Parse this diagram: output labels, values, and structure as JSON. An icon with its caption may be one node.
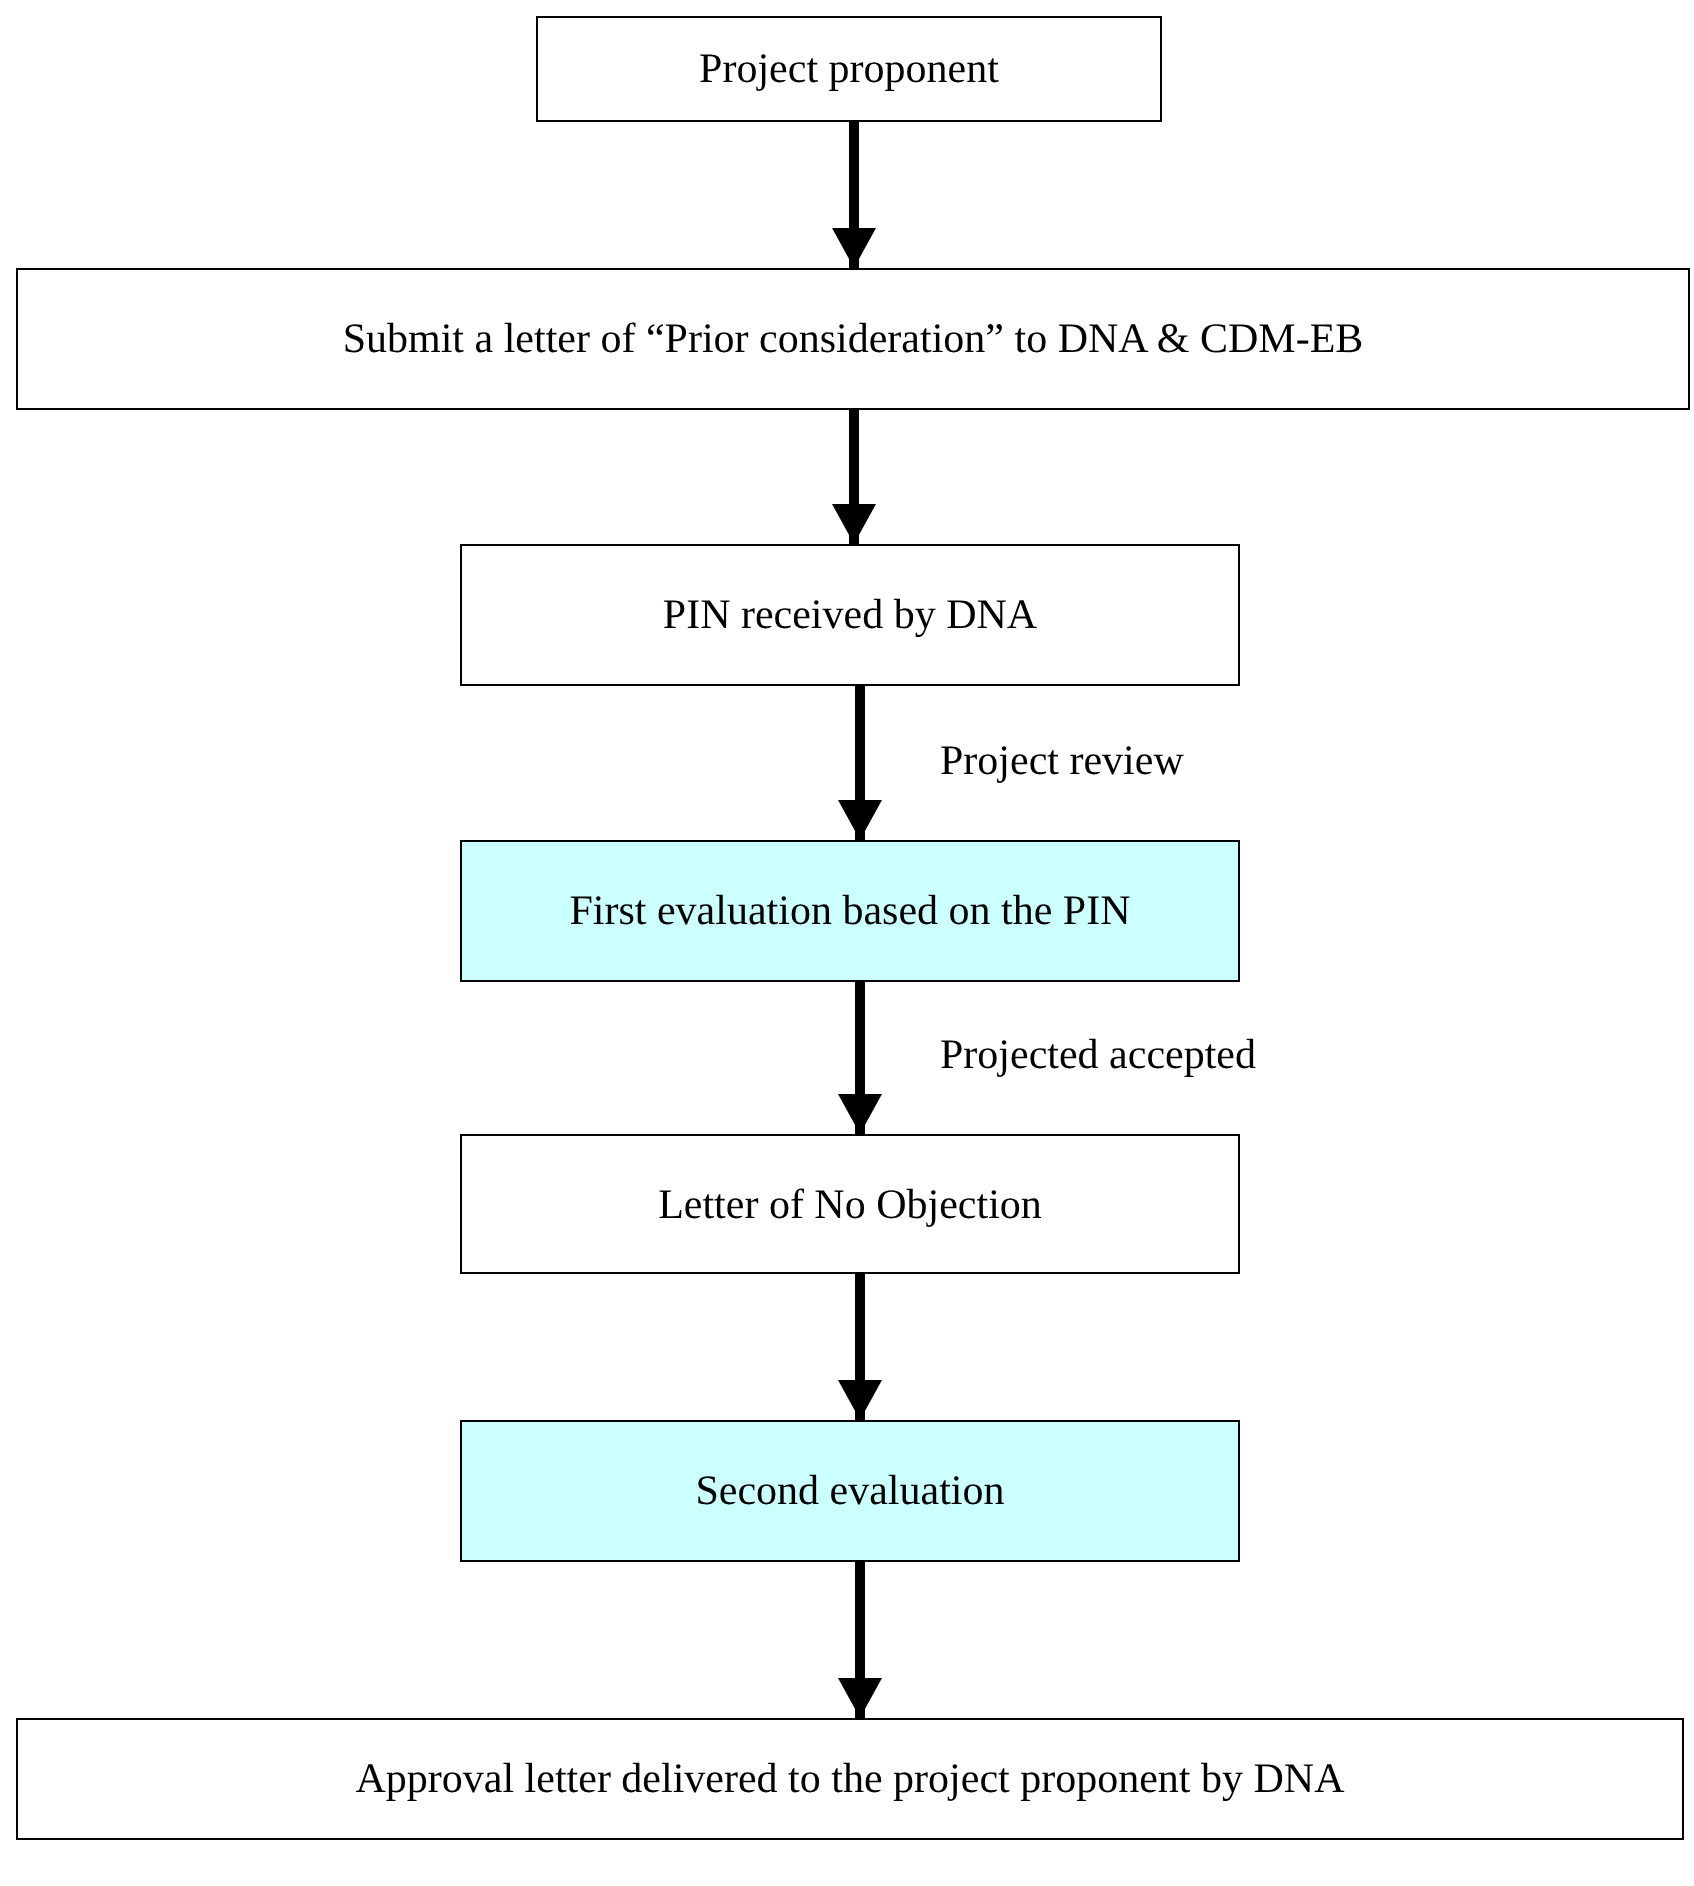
{
  "diagram": {
    "nodes": [
      {
        "text": [
          "Project proponent"
        ]
      },
      {
        "text": [
          "Submit a letter of “Prior consideration” to DNA & CDM-EB"
        ]
      },
      {
        "text": [
          "PIN received by DNA"
        ]
      },
      {
        "text": [
          "First evaluation based on the PIN"
        ]
      },
      {
        "text": [
          "Letter of No Objection"
        ]
      },
      {
        "text": [
          "Second evaluation"
        ]
      },
      {
        "text": [
          "Approval letter delivered to the project proponent by DNA"
        ]
      }
    ],
    "edges": [
      {
        "from": 0,
        "to": 1,
        "arrow": "to"
      },
      {
        "from": 1,
        "to": 2,
        "arrow": "to"
      },
      {
        "from": 2,
        "to": 3,
        "arrow": "to",
        "label": "Project review"
      },
      {
        "from": 3,
        "to": 4,
        "arrow": "to",
        "label": "Projected accepted"
      },
      {
        "from": 4,
        "to": 5,
        "arrow": "to"
      },
      {
        "from": 5,
        "to": 6,
        "arrow": "to"
      }
    ]
  }
}
